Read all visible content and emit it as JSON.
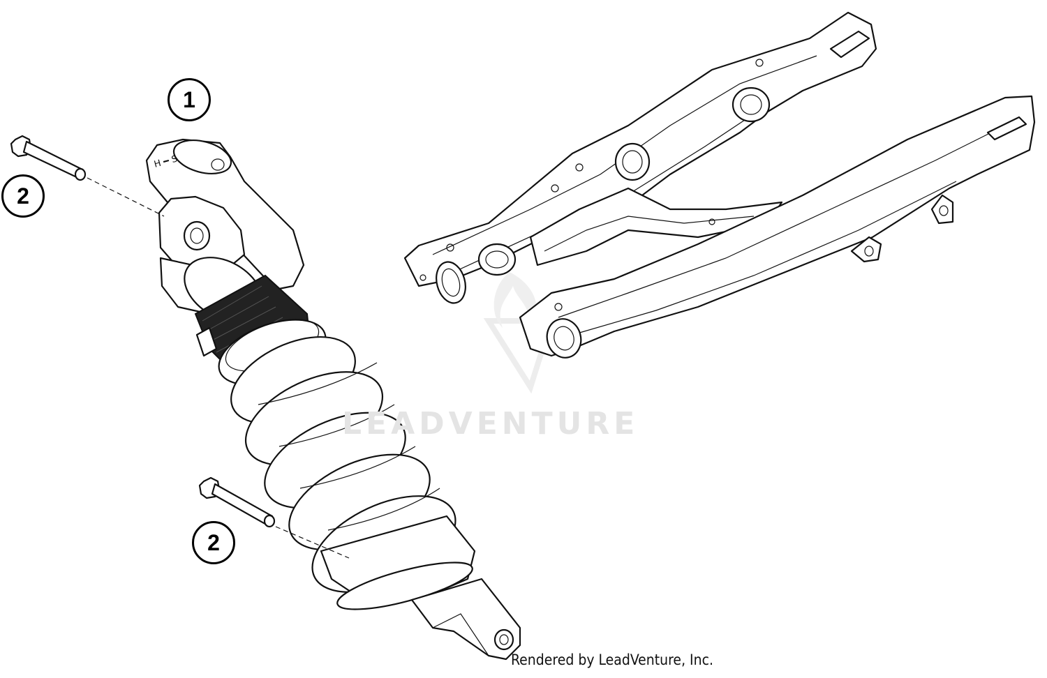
{
  "diagram": {
    "callouts": [
      {
        "label": "1",
        "part": "shock-absorber"
      },
      {
        "label": "2",
        "part": "upper-mounting-bolt"
      },
      {
        "label": "2",
        "part": "lower-mounting-bolt"
      }
    ],
    "watermark": "LEADVENTURE",
    "credit": "Rendered by LeadVenture, Inc."
  }
}
